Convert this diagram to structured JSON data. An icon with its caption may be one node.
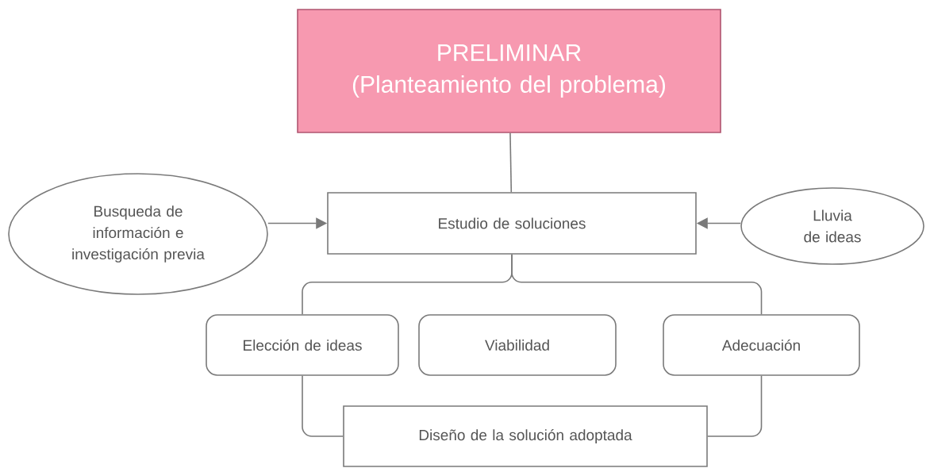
{
  "diagram": {
    "nodes": [
      {
        "text": [
          "PRELIMINAR",
          "(Planteamiento del problema)"
        ]
      },
      {
        "text": [
          "Busqueda de información e investigación previa"
        ]
      },
      {
        "text": [
          "Estudio de soluciones"
        ]
      },
      {
        "text": [
          "Lluvia de ideas"
        ]
      },
      {
        "text": [
          "Elección de ideas"
        ]
      },
      {
        "text": [
          "Viabilidad"
        ]
      },
      {
        "text": [
          "Adecuación"
        ]
      },
      {
        "text": [
          "Diseño de la solución adoptada"
        ]
      }
    ],
    "edges": [
      {
        "from": 0,
        "to": 2,
        "arrow": "none"
      },
      {
        "from": 1,
        "to": 2,
        "arrow": "to"
      },
      {
        "from": 3,
        "to": 2,
        "arrow": "to"
      },
      {
        "from": 2,
        "to": 4,
        "arrow": "none"
      },
      {
        "from": 2,
        "to": 6,
        "arrow": "none"
      },
      {
        "from": 4,
        "to": 7,
        "arrow": "none"
      },
      {
        "from": 6,
        "to": 7,
        "arrow": "none"
      }
    ]
  }
}
